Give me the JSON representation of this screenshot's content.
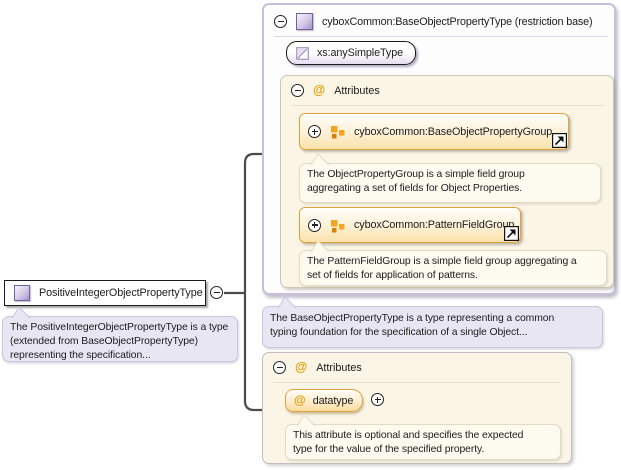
{
  "diagram": {
    "main_type": {
      "label": "PositiveIntegerObjectPropertyType",
      "description_lines": [
        "The PositiveIntegerObjectPropertyType is a type",
        "(extended from BaseObjectPropertyType)",
        "representing the specification..."
      ]
    },
    "base_panel": {
      "title": "cyboxCommon:BaseObjectPropertyType (restriction base)",
      "simple_type_label": "xs:anySimpleType",
      "attributes_section": {
        "label": "Attributes",
        "groups": [
          {
            "label": "cyboxCommon:BaseObjectPropertyGroup",
            "description_lines": [
              "The ObjectPropertyGroup is a simple field group",
              "aggregating a set of fields for Object Properties."
            ]
          },
          {
            "label": "cyboxCommon:PatternFieldGroup",
            "description_lines": [
              "The PatternFieldGroup is a simple field group aggregating a",
              "set of fields for application of patterns."
            ]
          }
        ]
      },
      "description_lines": [
        "The BaseObjectPropertyType is a type representing a common",
        "typing foundation for the specification of a single Object..."
      ]
    },
    "attributes_panel": {
      "label": "Attributes",
      "attribute": {
        "name": "datatype",
        "description_lines": [
          "This attribute is optional and specifies the expected",
          "type for the value of the specified property."
        ]
      }
    },
    "icons": {
      "attribute_icon": "@"
    },
    "colors": {
      "accent_orange_border": "#e2a23b",
      "orange_fill": "#fbe2ac",
      "icon_orange": "#f4a322",
      "icon_orange_dark": "#dd7e00",
      "attribute_at_orange": "#e89c00",
      "panel_lavender_border": "#c6c0d8",
      "tooltip_lavender": "#e9e6f4",
      "panel_cream": "#fbf5e6",
      "tooltip_cream": "#fdfaf0",
      "type_icon_purple": "#a595cc",
      "connector_gray": "#4b4b4b"
    }
  }
}
